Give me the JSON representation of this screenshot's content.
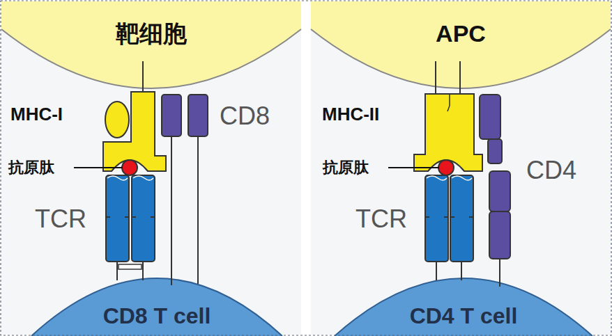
{
  "diagram": {
    "nodes": [
      {
        "text": [
          "靶细胞"
        ]
      },
      {
        "text": [
          "APC"
        ]
      },
      {
        "text": [
          "CD8 T cell"
        ]
      },
      {
        "text": [
          "CD4 T cell"
        ]
      }
    ],
    "labels": [
      "MHC-I",
      "CD8",
      "抗原肽",
      "TCR",
      "MHC-II",
      "抗原肽",
      "CD4",
      "TCR"
    ]
  }
}
